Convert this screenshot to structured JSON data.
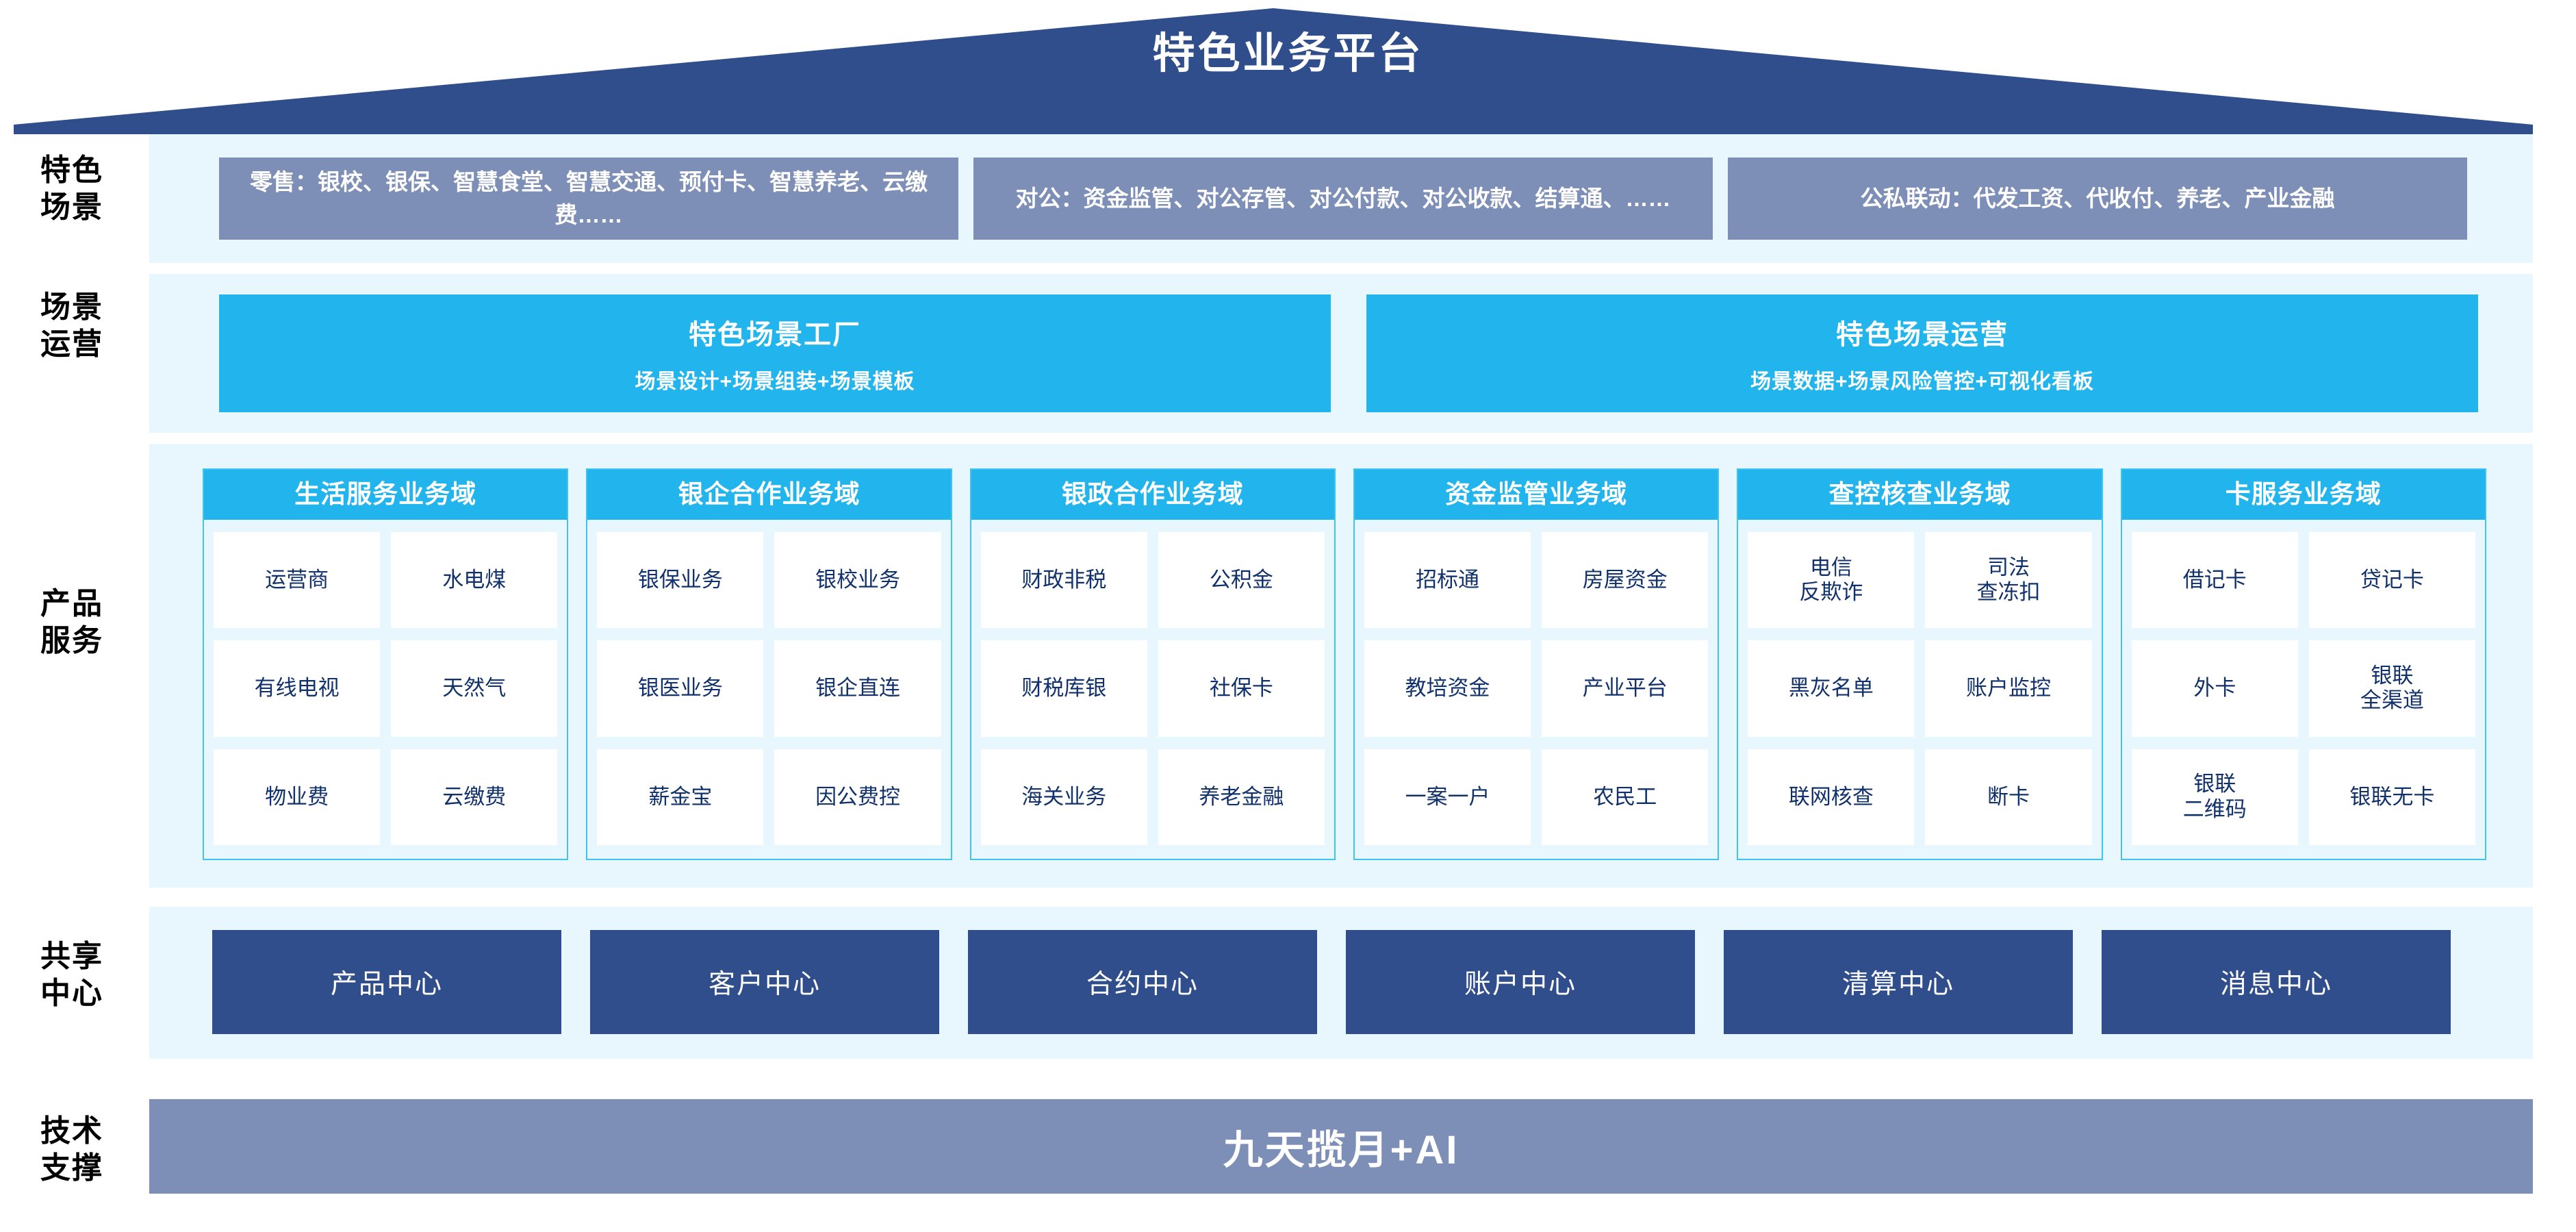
{
  "header": {
    "title": "特色业务平台"
  },
  "row_labels": {
    "scenarios": "特色\n场景",
    "operations": "场景\n运营",
    "products": "产品\n服务",
    "shared": "共享\n中心",
    "tech": "技术\n支撑"
  },
  "scenarios": {
    "items": [
      {
        "label": "零售：银校、银保、智慧食堂、智慧交通、预付卡、智慧养老、云缴费……"
      },
      {
        "label": "对公：资金监管、对公存管、对公付款、对公收款、结算通、……"
      },
      {
        "label": "公私联动：代发工资、代收付、养老、产业金融"
      }
    ]
  },
  "operations": {
    "items": [
      {
        "title": "特色场景工厂",
        "subtitle": "场景设计+场景组装+场景模板"
      },
      {
        "title": "特色场景运营",
        "subtitle": "场景数据+场景风险管控+可视化看板"
      }
    ]
  },
  "products": {
    "columns": [
      {
        "title": "生活服务业务域",
        "items": [
          "运营商",
          "水电煤",
          "有线电视",
          "天然气",
          "物业费",
          "云缴费"
        ]
      },
      {
        "title": "银企合作业务域",
        "items": [
          "银保业务",
          "银校业务",
          "银医业务",
          "银企直连",
          "薪金宝",
          "因公费控"
        ]
      },
      {
        "title": "银政合作业务域",
        "items": [
          "财政非税",
          "公积金",
          "财税库银",
          "社保卡",
          "海关业务",
          "养老金融"
        ]
      },
      {
        "title": "资金监管业务域",
        "items": [
          "招标通",
          "房屋资金",
          "教培资金",
          "产业平台",
          "一案一户",
          "农民工"
        ]
      },
      {
        "title": "查控核查业务域",
        "items": [
          "电信\n反欺诈",
          "司法\n查冻扣",
          "黑灰名单",
          "账户监控",
          "联网核查",
          "断卡"
        ]
      },
      {
        "title": "卡服务业务域",
        "items": [
          "借记卡",
          "贷记卡",
          "外卡",
          "银联\n全渠道",
          "银联\n二维码",
          "银联无卡"
        ]
      }
    ]
  },
  "shared_centers": {
    "items": [
      "产品中心",
      "客户中心",
      "合约中心",
      "账户中心",
      "清算中心",
      "消息中心"
    ]
  },
  "tech_support": {
    "label": "九天揽月+AI"
  },
  "colors": {
    "roof_navy": "#2f4e8b",
    "scenario_blue_gray": "#7e8fb7",
    "accent_cyan": "#22b4ec",
    "band_pale": "#e8f6fd",
    "deep_navy_text": "#10316b",
    "card_white": "#ffffff"
  }
}
